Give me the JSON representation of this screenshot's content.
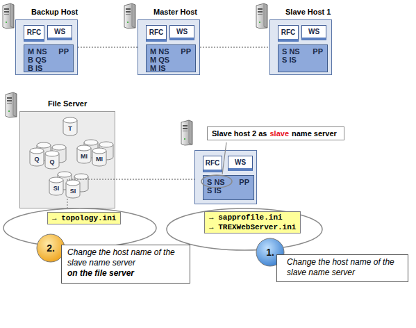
{
  "diagram": {
    "nodes": [
      {
        "text": [
          "Backup Host"
        ]
      },
      {
        "text": [
          "RFC"
        ],
        "in": 0
      },
      {
        "text": [
          "WS"
        ],
        "in": 0
      },
      {
        "text": [
          "M NS",
          "PP",
          "B QS",
          "B IS"
        ],
        "in": 0
      },
      {
        "text": [
          "Master Host"
        ]
      },
      {
        "text": [
          "RFC"
        ],
        "in": 4
      },
      {
        "text": [
          "WS"
        ],
        "in": 4
      },
      {
        "text": [
          "M NS",
          "PP",
          "M QS",
          "M IS"
        ],
        "in": 4
      },
      {
        "text": [
          "Slave Host 1"
        ]
      },
      {
        "text": [
          "RFC"
        ],
        "in": 8
      },
      {
        "text": [
          "WS"
        ],
        "in": 8
      },
      {
        "text": [
          "S NS",
          "PP",
          "S IS"
        ],
        "in": 8
      },
      {
        "text": [
          "File Server"
        ]
      },
      {
        "text": [
          "T"
        ],
        "in": 12
      },
      {
        "text": [
          "Q"
        ],
        "in": 12
      },
      {
        "text": [
          "Q"
        ],
        "in": 12
      },
      {
        "text": [
          "MI"
        ],
        "in": 12
      },
      {
        "text": [
          "MI"
        ],
        "in": 12
      },
      {
        "text": [
          "SI"
        ],
        "in": 12
      },
      {
        "text": [
          "SI"
        ],
        "in": 12
      },
      {
        "text": [
          "Slave host 2 as",
          "slave",
          "name server"
        ]
      },
      {
        "text": []
      },
      {
        "text": [
          "RFC"
        ],
        "in": 21
      },
      {
        "text": [
          "WS"
        ],
        "in": 21
      },
      {
        "text": [
          "S NS",
          "PP",
          "S IS"
        ],
        "in": 21
      },
      {
        "text": [
          "→ topology.ini"
        ]
      },
      {
        "text": [
          "2."
        ]
      },
      {
        "text": [
          "Change the host name of the slave name server",
          "on the file server"
        ]
      },
      {
        "text": [
          "→ sapprofile.ini",
          "→ TREXWebServer.ini"
        ]
      },
      {
        "text": [
          "1."
        ]
      },
      {
        "text": [
          "Change the host name of the slave name server"
        ]
      }
    ],
    "edges": [
      {
        "from": 0,
        "to": 4,
        "arrow": "none"
      },
      {
        "from": 4,
        "to": 8,
        "arrow": "none"
      },
      {
        "from": 4,
        "to": 21,
        "arrow": "none"
      },
      {
        "from": 12,
        "to": 21,
        "arrow": "none"
      }
    ]
  }
}
